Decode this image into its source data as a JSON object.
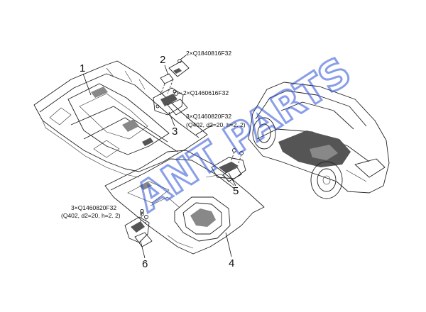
{
  "parts": {
    "p1": {
      "number": "1"
    },
    "p2": {
      "number": "2",
      "note": "2×Q1840816F32"
    },
    "p2b": {
      "note": "2×Q1460616F32"
    },
    "p3": {
      "number": "3",
      "note_line1": "3×Q1460820F32",
      "note_line2": "(Q402, d2=20, h=2. 2)"
    },
    "p4": {
      "number": "4"
    },
    "p5": {
      "number": "5"
    },
    "p6": {
      "number": "6",
      "note_line1": "3×Q1460820F32",
      "note_line2": "(Q402, d2=20, h=2. 2)"
    }
  },
  "watermark": "ANT PARTS",
  "colors": {
    "line": "#222222",
    "watermark": "#2a4fd6",
    "shade": "#555555"
  }
}
